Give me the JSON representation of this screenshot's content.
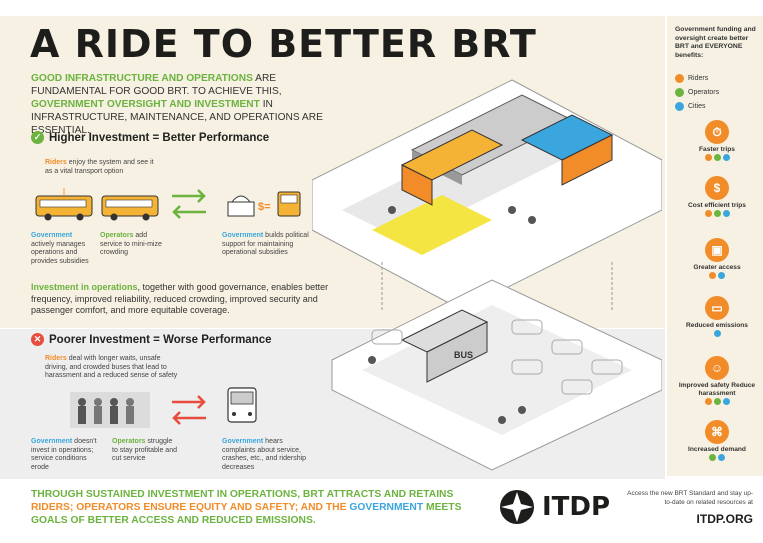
{
  "title": "A RIDE TO BETTER BRT",
  "intro": {
    "p1": "GOOD INFRASTRUCTURE AND OPERATIONS",
    "p2": " ARE FUNDAMENTAL FOR GOOD BRT. TO ACHIEVE THIS, ",
    "p3": "GOVERNMENT OVERSIGHT AND INVESTMENT",
    "p4": " IN INFRASTRUCTURE, MAINTENANCE, AND OPERATIONS ARE ESSENTIAL."
  },
  "higher": {
    "heading": "Higher Investment = Better Performance",
    "riders_label": "Riders",
    "riders_text": " enjoy the system and see it as a vital transport option",
    "gov_label": "Government",
    "gov_text": " actively manages operations and provides subsidies",
    "ops_label": "Operators",
    "ops_text": " add service to mini-mize crowding",
    "gov2_label": "Government",
    "gov2_text": " builds political support for maintaining operational subsidies",
    "para_bold": "Investment in operations",
    "para_text": ", together with good governance, enables better frequency, improved reliability, reduced crowding, improved security and passenger comfort, and more equitable coverage."
  },
  "poorer": {
    "heading": "Poorer Investment = Worse Performance",
    "riders_label": "Riders",
    "riders_text": " deal with longer waits, unsafe driving, and crowded buses that lead to harassment and a reduced sense of safety",
    "gov_label": "Government",
    "gov_text": " doesn't invest in operations; service conditions erode",
    "ops_label": "Operators",
    "ops_text": " struggle to stay profitable and cut service",
    "gov2_label": "Government",
    "gov2_text": " hears complaints about service, crashes, etc., and ridership decreases"
  },
  "sidebar": {
    "intro": "Government funding and oversight create better BRT and EVERYONE benefits:",
    "legend": [
      {
        "label": "Riders",
        "color": "#f28c28"
      },
      {
        "label": "Operators",
        "color": "#6cb33f"
      },
      {
        "label": "Cities",
        "color": "#3aa6dd"
      }
    ],
    "benefits": [
      {
        "label": "Faster trips",
        "icon": "stopwatch-icon"
      },
      {
        "label": "Cost efficient trips",
        "icon": "dollar-icon"
      },
      {
        "label": "Greater access",
        "icon": "bus-front-icon"
      },
      {
        "label": "Reduced emissions",
        "icon": "bus-side-icon"
      },
      {
        "label": "Improved safety Reduce harassment",
        "icon": "people-icon"
      },
      {
        "label": "Increased demand",
        "icon": "network-icon"
      }
    ]
  },
  "footer": {
    "t1": "THROUGH SUSTAINED INVESTMENT IN OPERATIONS, BRT ATTRACTS AND RETAINS ",
    "t2": "RIDERS",
    "t3": "; ",
    "t4": "OPERATORS",
    "t5": " ENSURE EQUITY AND SAFETY; AND THE ",
    "t6": "GOVERNMENT",
    "t7": " MEETS GOALS OF BETTER ACCESS AND REDUCED EMISSIONS."
  },
  "brand": {
    "logo": "ITDP",
    "note": "Access the new BRT Standard and stay up-to-date on related resources at",
    "url": "ITDP.ORG"
  },
  "illustration": {
    "bus_label": "BUS"
  }
}
